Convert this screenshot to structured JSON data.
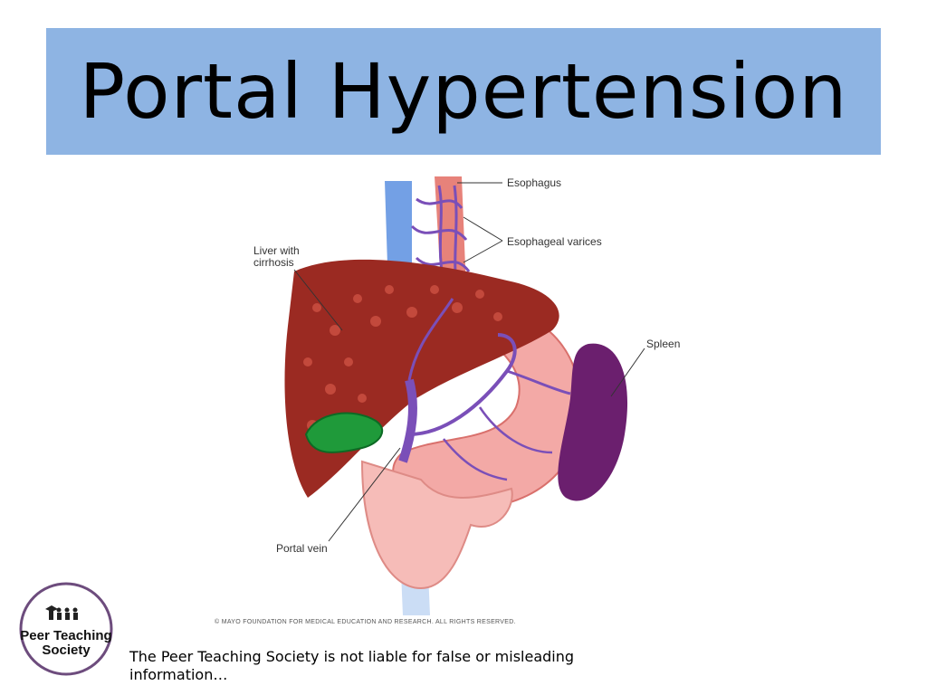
{
  "slide": {
    "title": "Portal Hypertension",
    "disclaimer": "The Peer Teaching Society is not liable for false or misleading information…"
  },
  "illustration": {
    "labels": {
      "esophagus": "Esophagus",
      "esophageal_varices": "Esophageal varices",
      "liver_line1": "Liver with",
      "liver_line2": "cirrhosis",
      "spleen": "Spleen",
      "portal_vein": "Portal vein"
    },
    "copyright": "© MAYO FOUNDATION FOR MEDICAL EDUCATION AND RESEARCH. ALL RIGHTS RESERVED."
  },
  "logo": {
    "line1": "Peer Teaching",
    "line2": "Society"
  },
  "colors": {
    "title_bar": "#8eb4e3",
    "liver": "#9b2a22",
    "gallbladder": "#1f9a3a",
    "spleen": "#6b1f6e",
    "veins": "#7a4fb8",
    "logo_ring": "#6d4c7d"
  }
}
